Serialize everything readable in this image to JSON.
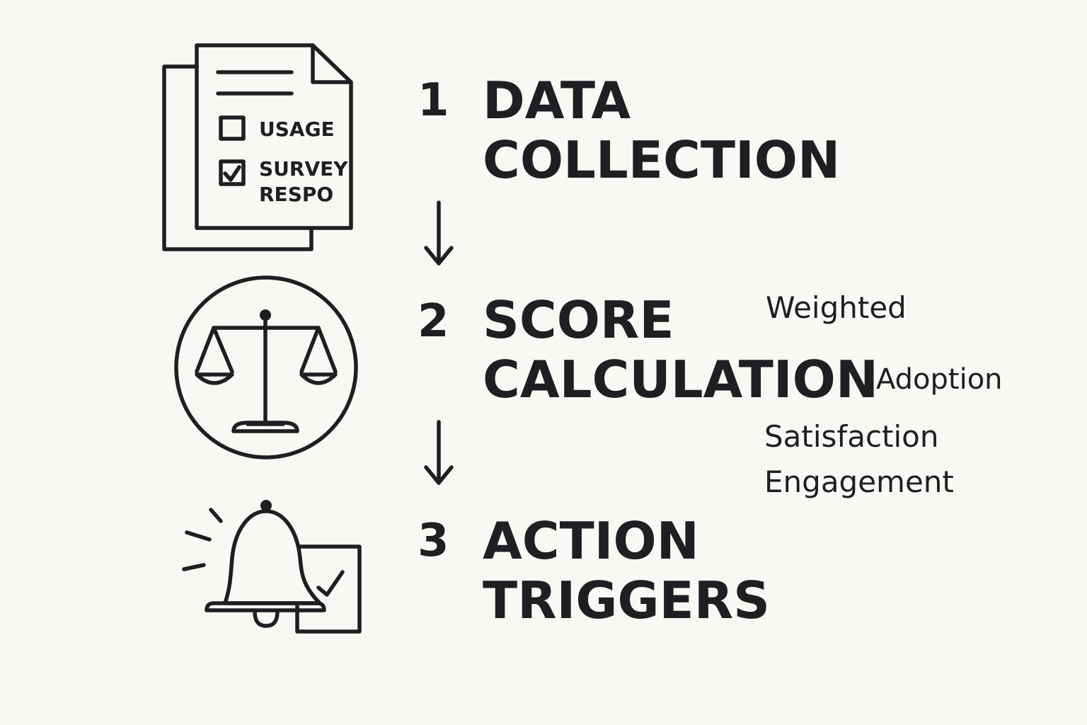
{
  "steps": [
    {
      "number": "1",
      "title_line1": "DATA",
      "title_line2": "COLLECTION",
      "icon": "document-checklist-icon"
    },
    {
      "number": "2",
      "title_line1": "SCORE",
      "title_line2": "CALCULATION",
      "icon": "scales-icon"
    },
    {
      "number": "3",
      "title_line1": "ACTION",
      "title_line2": "TRIGGERS",
      "icon": "bell-alert-icon"
    }
  ],
  "document": {
    "item1": "USAGE",
    "item2_line1": "SURVEY",
    "item2_line2": "RESPO"
  },
  "factors": [
    "Weighted",
    "Adoption",
    "Satisfaction",
    "Engagement"
  ],
  "colors": {
    "ink": "#1d1f22",
    "background": "#f9f8f4"
  }
}
